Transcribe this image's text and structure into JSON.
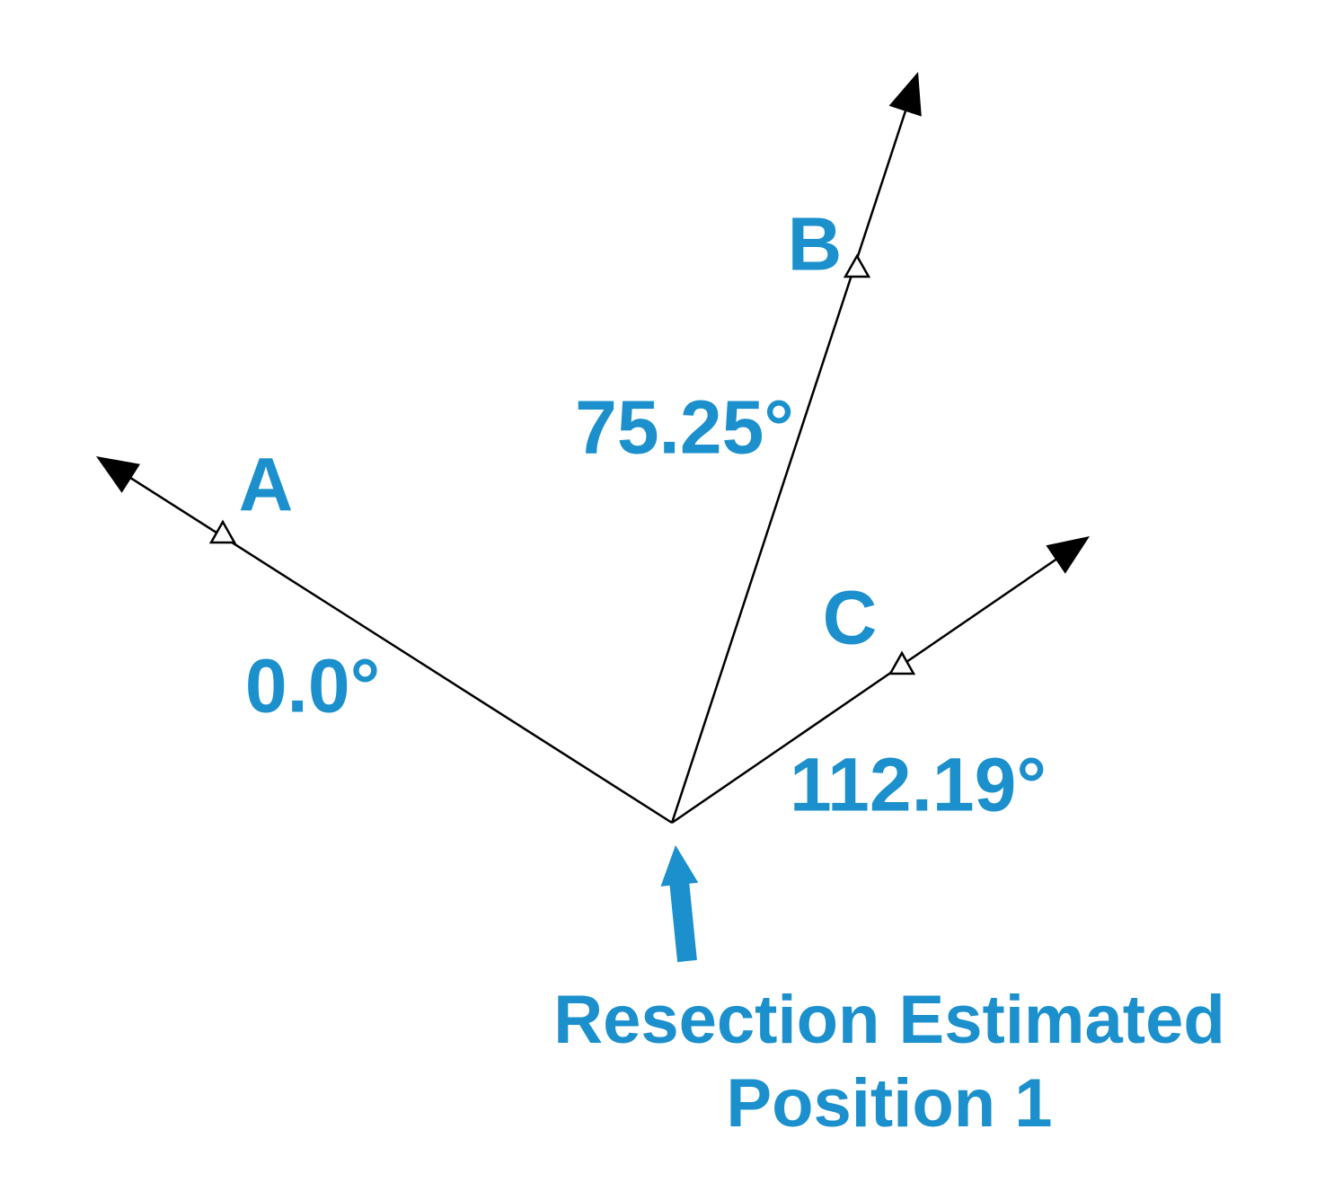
{
  "diagram": {
    "kind": "resection-bearing-diagram",
    "rays": [
      {
        "station": "A",
        "bearing": "0.0°"
      },
      {
        "station": "B",
        "bearing": "75.25°"
      },
      {
        "station": "C",
        "bearing": "112.19°"
      }
    ],
    "origin": {
      "label_line1": "Resection Estimated",
      "label_line2": "Position 1"
    },
    "icons": {
      "ray_end": "filled-arrowhead-icon",
      "station_marker": "open-triangle-marker-icon",
      "origin_pointer": "up-arrow-icon"
    },
    "colors": {
      "accent_blue": "#1b90cc",
      "line_black": "#000000",
      "background": "#ffffff"
    }
  }
}
